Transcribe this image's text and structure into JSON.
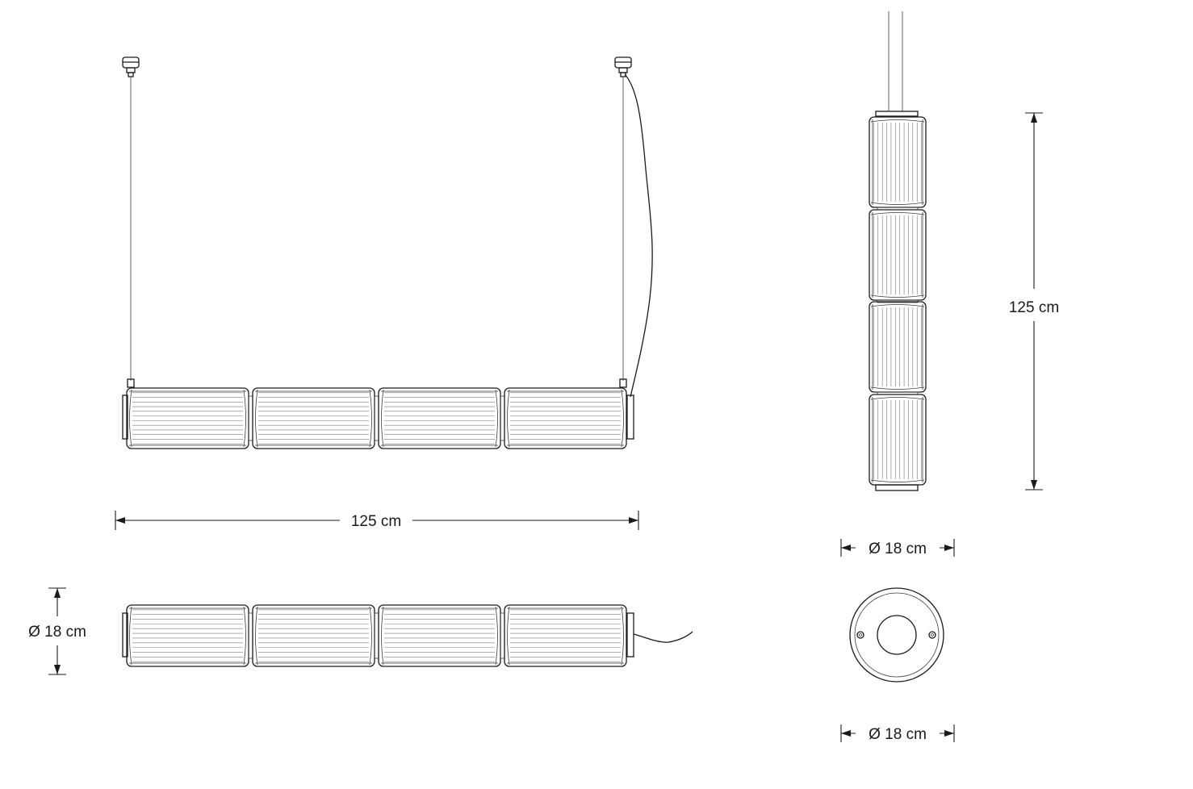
{
  "dimensions": {
    "width_label": "125 cm",
    "height_label": "125 cm",
    "diameter_label_side": "Ø 18 cm",
    "diameter_label_top": "Ø 18 cm",
    "diameter_label_bottom": "Ø 18 cm"
  },
  "colors": {
    "line": "#1a1a1a",
    "background": "#ffffff"
  }
}
